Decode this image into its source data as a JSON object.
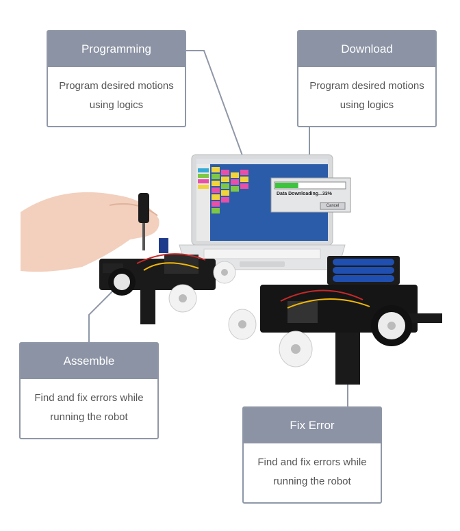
{
  "cards": {
    "programming": {
      "title": "Programming",
      "line1": "Program desired motions",
      "line2": "using logics"
    },
    "download": {
      "title": "Download",
      "line1": "Program desired motions",
      "line2": "using logics"
    },
    "assemble": {
      "title": "Assemble",
      "line1": "Find and fix errors while",
      "line2": "running the robot"
    },
    "fix_error": {
      "title": "Fix Error",
      "line1": "Find and fix errors while",
      "line2": "running the robot"
    }
  },
  "download_dialog": {
    "status": "Data Downloading...33%",
    "progress": 0.33,
    "button": "Cancel"
  }
}
